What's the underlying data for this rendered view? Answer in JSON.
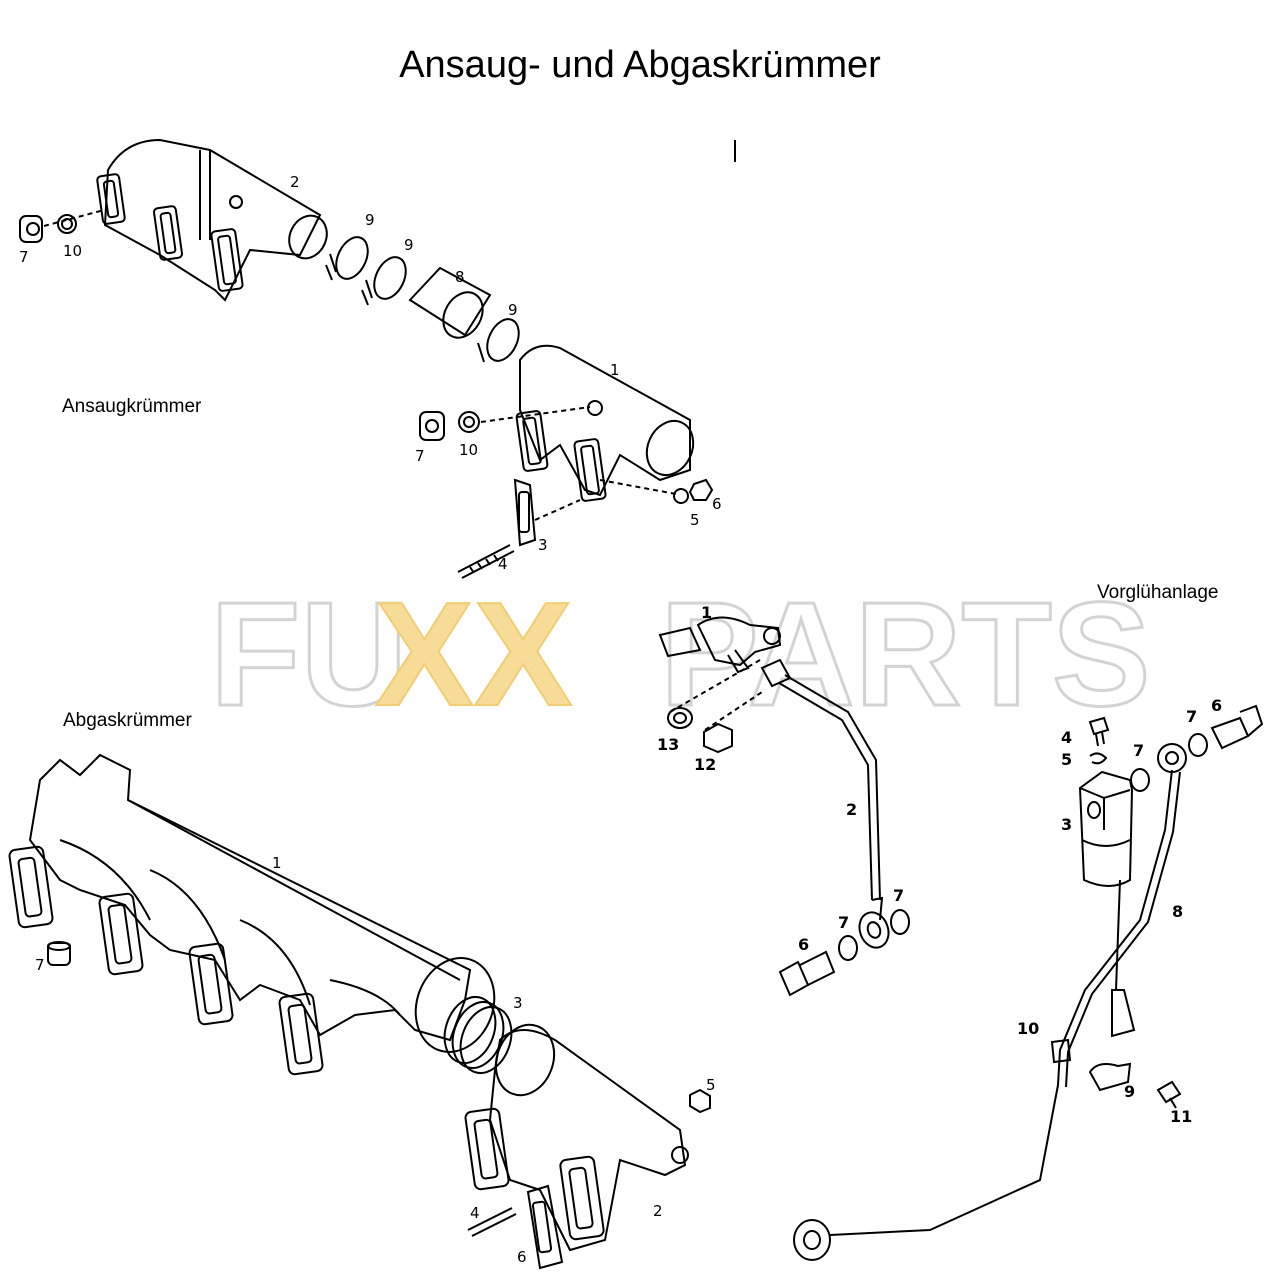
{
  "title": "Ansaug- und Abgaskrümmer",
  "sections": {
    "intake": "Ansaugkrümmer",
    "exhaust": "Abgaskrümmer",
    "glow": "Vorglühanlage"
  },
  "watermark": {
    "left": "FU",
    "middle": "XX",
    "right": "PARTS",
    "color_outline": "#cfcfcf",
    "color_accent": "#f6d98b"
  },
  "intake_callouts": {
    "c1": "1",
    "c2": "2",
    "c3": "3",
    "c4": "4",
    "c5": "5",
    "c6": "6",
    "c7a": "7",
    "c7b": "7",
    "c8": "8",
    "c9a": "9",
    "c9b": "9",
    "c9c": "9",
    "c10a": "10",
    "c10b": "10"
  },
  "exhaust_callouts": {
    "c1": "1",
    "c2": "2",
    "c3": "3",
    "c4": "4",
    "c5": "5",
    "c6": "6",
    "c7": "7"
  },
  "glow_callouts": {
    "c1": "1",
    "c2": "2",
    "c12": "12",
    "c13": "13",
    "c6": "6",
    "c7a": "7",
    "c7b": "7",
    "r3": "3",
    "r4": "4",
    "r5": "5",
    "r6": "6",
    "r7a": "7",
    "r7b": "7",
    "r8": "8",
    "r9": "9",
    "r10": "10",
    "r11": "11"
  }
}
